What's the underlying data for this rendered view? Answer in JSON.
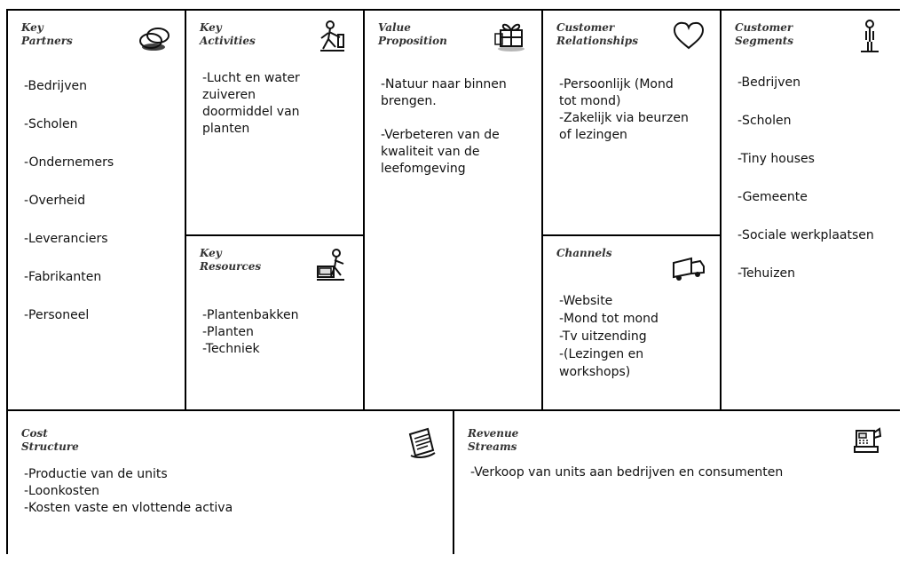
{
  "sections": {
    "key_partners": {
      "title": "Key\nPartners",
      "icon": "chain-links-icon",
      "items": [
        "-Bedrijven",
        "-Scholen",
        "-Ondernemers",
        "-Overheid",
        "-Leveranciers",
        "-Fabrikanten",
        "-Personeel"
      ]
    },
    "key_activities": {
      "title": "Key\nActivities",
      "icon": "worker-icon",
      "items": [
        "-Lucht en water\nzuiveren\ndoormiddel van\nplanten"
      ]
    },
    "key_resources": {
      "title": "Key\nResources",
      "icon": "worker-machine-icon",
      "items": [
        "-Plantenbakken",
        "-Planten",
        "-Techniek"
      ]
    },
    "value_proposition": {
      "title": "Value\nProposition",
      "icon": "gift-icon",
      "items": [
        "-Natuur naar binnen\nbrengen.",
        "-Verbeteren van de\nkwaliteit van de\nleefomgeving"
      ]
    },
    "customer_relationships": {
      "title": "Customer\nRelationships",
      "icon": "heart-icon",
      "items": [
        "-Persoonlijk (Mond\ntot mond)",
        "-Zakelijk via beurzen\nof lezingen"
      ]
    },
    "channels": {
      "title": "Channels",
      "icon": "truck-icon",
      "items": [
        "-Website",
        "-Mond tot mond",
        "-Tv uitzending",
        "-(Lezingen en\nworkshops)"
      ]
    },
    "customer_segments": {
      "title": "Customer\nSegments",
      "icon": "person-icon",
      "items": [
        "-Bedrijven",
        "-Scholen",
        "-Tiny houses",
        "-Gemeente",
        "-Sociale werkplaatsen",
        "-Tehuizen"
      ]
    },
    "cost_structure": {
      "title": "Cost\nStructure",
      "icon": "document-icon",
      "items": [
        "-Productie van de units",
        "-Loonkosten",
        "-Kosten vaste en vlottende activa"
      ]
    },
    "revenue_streams": {
      "title": "Revenue\nStreams",
      "icon": "cash-register-icon",
      "items": [
        "-Verkoop van units aan bedrijven en consumenten"
      ]
    }
  }
}
